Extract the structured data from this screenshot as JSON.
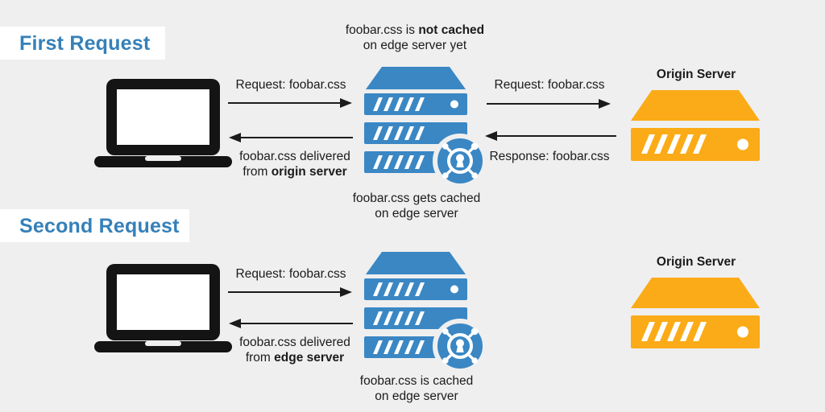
{
  "colors": {
    "background": "#efefef",
    "heading_band": "#ffffff",
    "heading_text": "#3580b9",
    "edge_server_blue": "#3a87c4",
    "origin_server_orange": "#fbab17",
    "text": "#1b1b1b",
    "arrow": "#1b1b1b"
  },
  "first": {
    "heading": "First Request",
    "edge_note_top": {
      "pre": "foobar.css is ",
      "bold": "not cached",
      "line2": "on edge server yet"
    },
    "request_to_edge": "Request: foobar.css",
    "delivered": {
      "line1": "foobar.css delivered",
      "line2_pre": "from ",
      "line2_bold": "origin server"
    },
    "request_to_origin": "Request: foobar.css",
    "response_from_origin": "Response: foobar.css",
    "edge_note_bottom": {
      "line1": "foobar.css gets cached",
      "line2": "on edge server"
    },
    "origin_label": "Origin Server"
  },
  "second": {
    "heading": "Second Request",
    "request_to_edge": "Request: foobar.css",
    "delivered": {
      "line1": "foobar.css delivered",
      "line2_pre": "from ",
      "line2_bold": "edge server"
    },
    "edge_note_bottom": {
      "line1": "foobar.css is cached",
      "line2": "on edge server"
    },
    "origin_label": "Origin Server"
  },
  "icons": {
    "client": "laptop-icon",
    "edge_server": "edge-server-icon",
    "cache_badge": "cdn-lock-badge-icon",
    "origin_server": "origin-server-icon"
  }
}
